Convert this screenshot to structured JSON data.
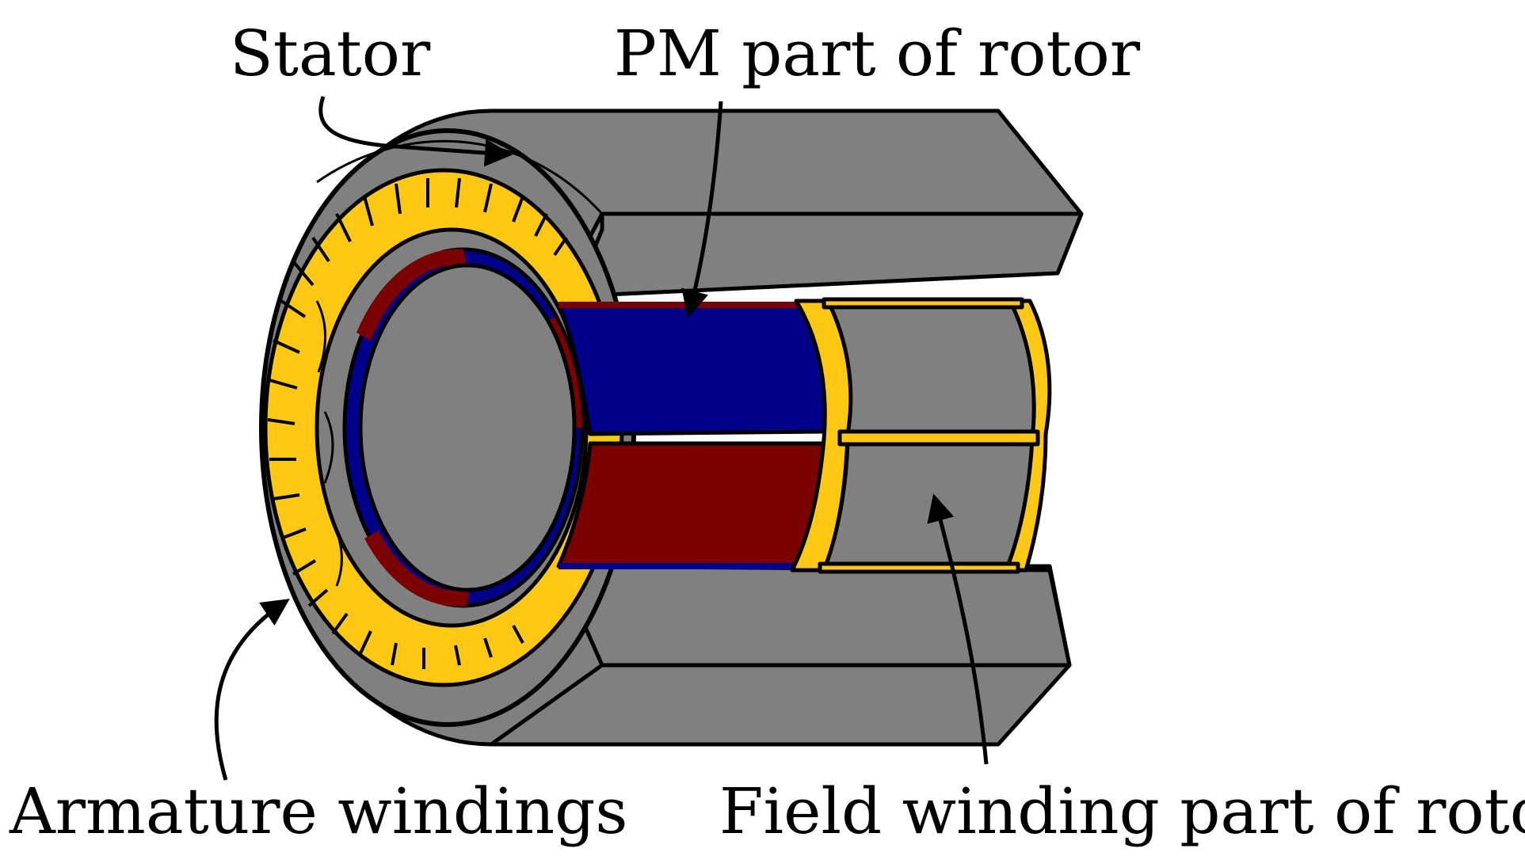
{
  "labels": {
    "stator": "Stator",
    "pm_part": "PM part of rotor",
    "armature": "Armature windings",
    "field_part": "Field winding part of rotor"
  },
  "colors": {
    "steel": "#808080",
    "pm_blue": "#00008B",
    "pm_red": "#7B0000",
    "winding_yellow": "#FFC814",
    "outline": "#000000",
    "background": "#FFFFFF"
  },
  "icons": [
    "arrow-icon"
  ]
}
